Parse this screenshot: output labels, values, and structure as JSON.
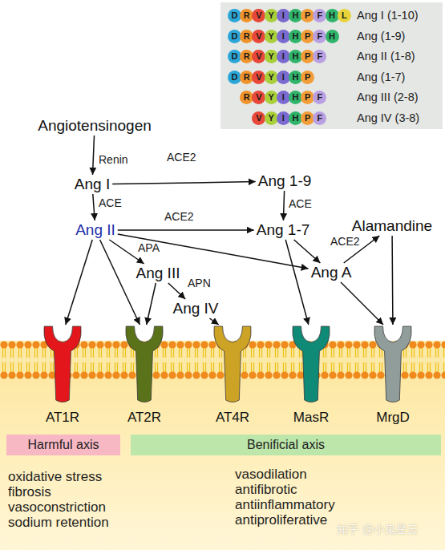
{
  "diagram": {
    "nodes": [
      {
        "text": [
          "Ang I (1-10)",
          "Ang (1-9)",
          "Ang II (1-8)",
          "Ang (1-7)",
          "Ang III (2-8)",
          "Ang IV (3-8)"
        ]
      },
      {
        "text": [
          "Angiotensinogen"
        ]
      },
      {
        "text": [
          "Ang I"
        ]
      },
      {
        "text": [
          "Ang 1-9"
        ]
      },
      {
        "text": [
          "Ang II"
        ]
      },
      {
        "text": [
          "Ang 1-7"
        ]
      },
      {
        "text": [
          "Alamandine"
        ]
      },
      {
        "text": [
          "Ang III"
        ]
      },
      {
        "text": [
          "Ang A"
        ]
      },
      {
        "text": [
          "Ang IV"
        ]
      },
      {
        "text": [
          "AT1R"
        ]
      },
      {
        "text": [
          "AT2R"
        ]
      },
      {
        "text": [
          "AT4R"
        ]
      },
      {
        "text": [
          "MasR"
        ]
      },
      {
        "text": [
          "MrgD"
        ]
      },
      {
        "text": [
          "Harmful axis"
        ]
      },
      {
        "text": [
          "Benificial axis"
        ]
      }
    ],
    "edges": [
      {
        "from": 1,
        "to": 2,
        "arrow": "to",
        "label": "Renin"
      },
      {
        "from": 2,
        "to": 3,
        "arrow": "to",
        "label": "ACE2"
      },
      {
        "from": 2,
        "to": 4,
        "arrow": "to",
        "label": "ACE"
      },
      {
        "from": 3,
        "to": 5,
        "arrow": "to",
        "label": "ACE"
      },
      {
        "from": 4,
        "to": 5,
        "arrow": "to",
        "label": "ACE2"
      },
      {
        "from": 4,
        "to": 7,
        "arrow": "to",
        "label": "APA"
      },
      {
        "from": 7,
        "to": 9,
        "arrow": "to",
        "label": "APN"
      },
      {
        "from": 4,
        "to": 8,
        "arrow": "to"
      },
      {
        "from": 5,
        "to": 8,
        "arrow": "to"
      },
      {
        "from": 8,
        "to": 6,
        "arrow": "to",
        "label": "ACE2"
      },
      {
        "from": 8,
        "to": 14,
        "arrow": "to"
      },
      {
        "from": 6,
        "to": 14,
        "arrow": "to"
      },
      {
        "from": 5,
        "to": 13,
        "arrow": "to"
      },
      {
        "from": 4,
        "to": 10,
        "arrow": "to"
      },
      {
        "from": 4,
        "to": 11,
        "arrow": "to"
      },
      {
        "from": 7,
        "to": 11,
        "arrow": "to"
      },
      {
        "from": 9,
        "to": 12,
        "arrow": "to"
      }
    ],
    "labels": [
      "D",
      "R",
      "V",
      "Y",
      "I",
      "H",
      "P",
      "F",
      "H",
      "L",
      "D",
      "R",
      "V",
      "Y",
      "I",
      "H",
      "P",
      "F",
      "H",
      "D",
      "R",
      "V",
      "Y",
      "I",
      "H",
      "P",
      "F",
      "D",
      "R",
      "V",
      "Y",
      "I",
      "H",
      "P",
      "R",
      "V",
      "Y",
      "I",
      "H",
      "P",
      "F",
      "V",
      "Y",
      "I",
      "H",
      "P",
      "F",
      "oxidative stress",
      "fibrosis",
      "vasoconstriction",
      "sodium retention",
      "vasodilation",
      "antifibrotic",
      "antiinflammatory",
      "antiproliferative",
      "知乎 @小鬼星云"
    ]
  }
}
